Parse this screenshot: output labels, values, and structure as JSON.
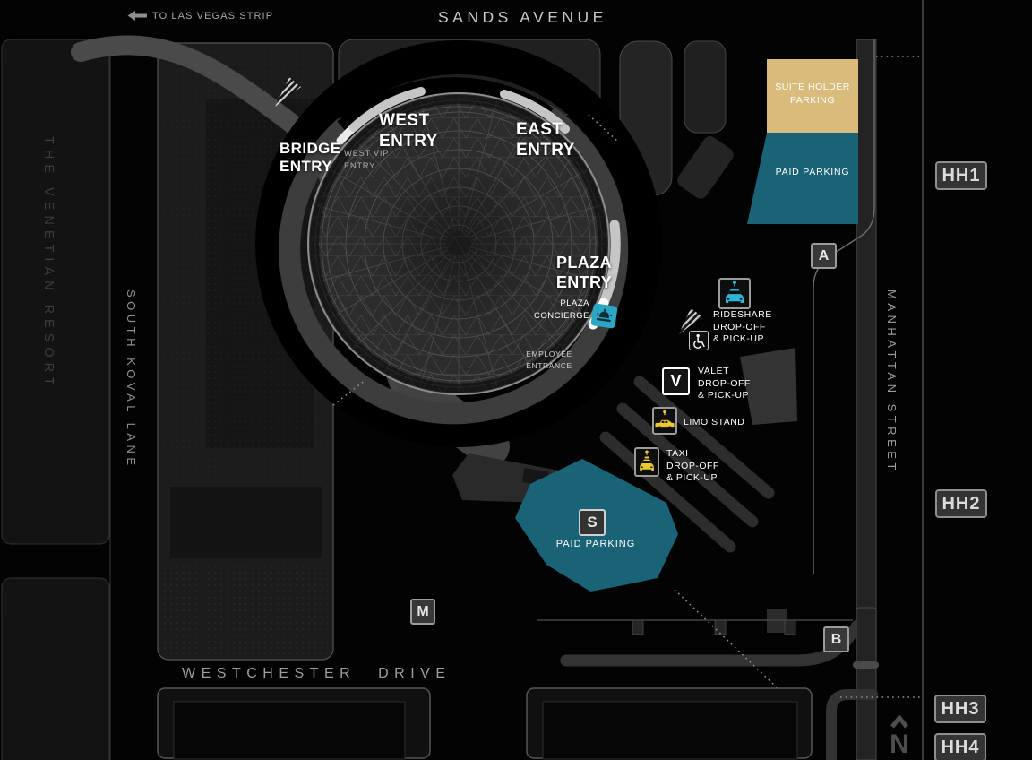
{
  "header": {
    "street_top": "SANDS AVENUE",
    "direction_note": "TO LAS VEGAS STRIP"
  },
  "streets": {
    "venetian": "THE VENETIAN RESORT",
    "koval": "SOUTH KOVAL LANE",
    "manhattan": "MANHATTAN STREET",
    "westchester": "WESTCHESTER  DRIVE"
  },
  "entries": {
    "bridge": [
      "BRIDGE",
      "ENTRY"
    ],
    "west": [
      "WEST",
      "ENTRY"
    ],
    "west_vip": [
      "WEST VIP",
      "ENTRY"
    ],
    "east": [
      "EAST",
      "ENTRY"
    ],
    "plaza": [
      "PLAZA",
      "ENTRY"
    ],
    "plaza_concierge": [
      "PLAZA",
      "CONCIERGE"
    ],
    "employee": [
      "EMPLOYEE",
      "ENTRANCE"
    ]
  },
  "parking": {
    "suite_holder": [
      "SUITE HOLDER",
      "PARKING"
    ],
    "paid_north": "PAID PARKING",
    "paid_south": "PAID PARKING"
  },
  "services": {
    "rideshare": [
      "RIDESHARE",
      "DROP-OFF",
      "& PICK-UP"
    ],
    "valet": [
      "VALET",
      "DROP-OFF",
      "& PICK-UP"
    ],
    "limo": "LIMO STAND",
    "taxi": [
      "TAXI",
      "DROP-OFF",
      "& PICK-UP"
    ]
  },
  "badges": {
    "a": "A",
    "b": "B",
    "s": "S",
    "m": "M",
    "v": "V"
  },
  "gates": {
    "hh1": "HH1",
    "hh2": "HH2",
    "hh3": "HH3",
    "hh4": "HH4"
  },
  "compass": {
    "north": "N"
  },
  "icons": {
    "rideshare": "rideshare-car-icon",
    "taxi": "taxi-icon",
    "limo": "limo-icon",
    "accessible": "wheelchair-icon",
    "concierge": "concierge-bell-icon",
    "direction": "left-arrow-icon",
    "north": "north-arrow-icon"
  },
  "colors": {
    "paid_parking_teal": "#1a6377",
    "suite_parking_tan": "#d9bc7b",
    "rideshare_accent": "#2cb5d6",
    "taxi_accent": "#eac832",
    "background": "#000000"
  }
}
